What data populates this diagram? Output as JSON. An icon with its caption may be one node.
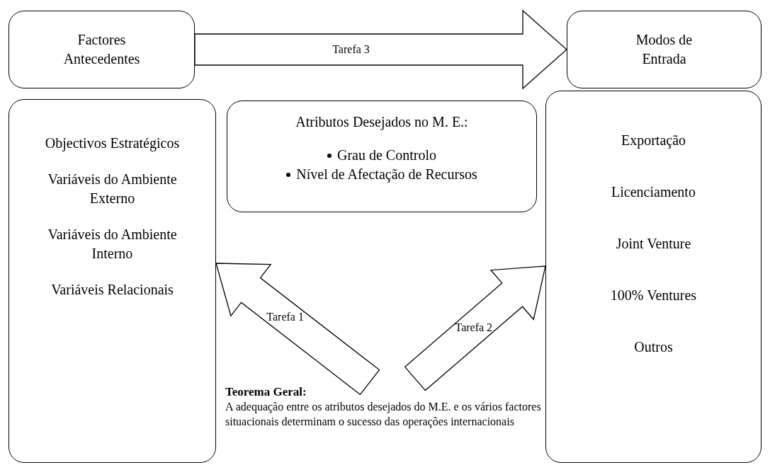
{
  "diagram": {
    "nodes": [
      {
        "text": [
          "Factores Antecedentes"
        ]
      },
      {
        "text": [
          "Modos de Entrada"
        ]
      },
      {
        "text": [
          "Objectivos Estratégicos",
          "Variáveis do Ambiente Externo",
          "Variáveis do Ambiente Interno",
          "Variáveis Relacionais"
        ]
      },
      {
        "text": [
          "Atributos Desejados no M. E.:",
          "Grau de Controlo",
          "Nível de Afectação de Recursos"
        ]
      },
      {
        "text": [
          "Exportação",
          "Licenciamento",
          "Joint Venture",
          "100% Ventures",
          "Outros"
        ]
      }
    ],
    "edges": [
      {
        "from": 0,
        "to": 1,
        "arrow": "to",
        "label": "Tarefa 3"
      },
      {
        "from": null,
        "to": 2,
        "arrow": "to",
        "label": "Tarefa 1"
      },
      {
        "from": null,
        "to": 4,
        "arrow": "to",
        "label": "Tarefa 2"
      }
    ],
    "labels": [
      "Teorema Geral:",
      "A adequação entre os atributos desejados do M.E. e os vários factores situacionais determinam o sucesso das operações internacionais"
    ]
  }
}
